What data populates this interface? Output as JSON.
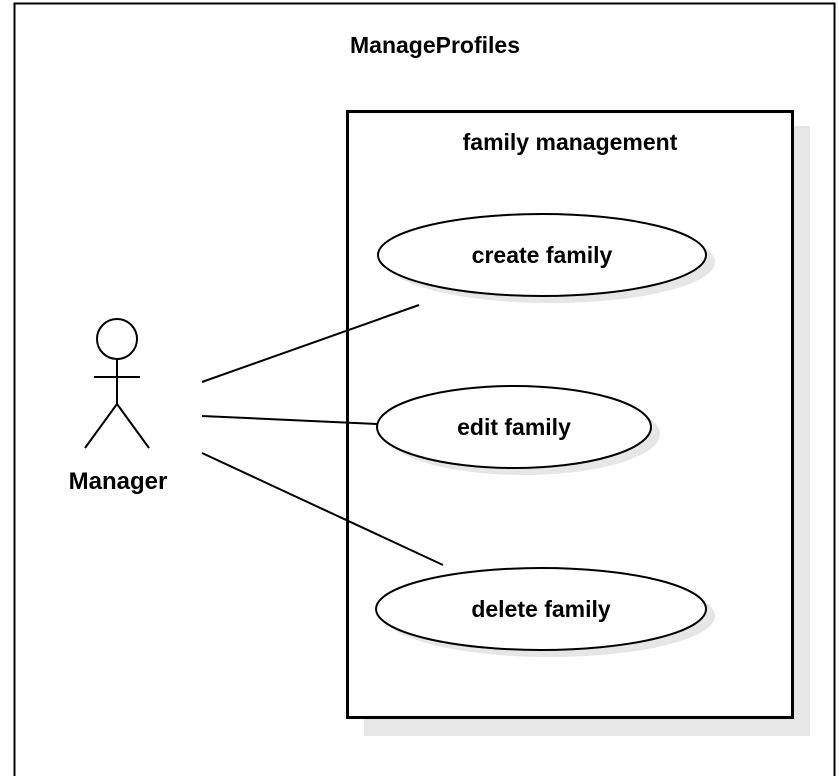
{
  "diagram": {
    "title": "ManageProfiles",
    "boundary_label": "family management",
    "actor": {
      "name": "Manager",
      "icon": "stick-figure-actor-icon"
    },
    "use_cases": [
      {
        "label": "create family"
      },
      {
        "label": "edit family"
      },
      {
        "label": "delete family"
      }
    ]
  }
}
